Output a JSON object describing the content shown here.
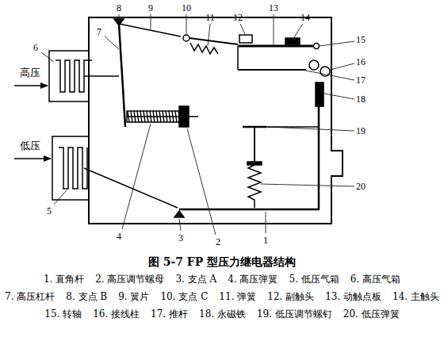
{
  "diagram": {
    "title": "图 5-7  FP 型压力继电器结构",
    "labels": [
      "高压",
      "低压",
      "1",
      "2",
      "3",
      "4",
      "5",
      "6",
      "7",
      "8",
      "9",
      "10",
      "11",
      "12",
      "13",
      "14",
      "15",
      "16",
      "17",
      "18",
      "19",
      "20",
      "1. 直角杆",
      "2. 高压调节螺母",
      "3. 支点 A",
      "4. 高压弹簧",
      "5. 低压气箱",
      "6. 高压气箱",
      "7. 高压杠杆",
      "8. 支点 B",
      "9. 簧片",
      "10. 支点 C",
      "11. 弹簧",
      "12. 副触头",
      "13. 动触点板",
      "14. 主触头",
      "15. 转轴",
      "16. 接线柱",
      "17. 推杆",
      "18. 永磁铁",
      "19. 低压调节螺钉",
      "20. 低压弹簧"
    ]
  }
}
